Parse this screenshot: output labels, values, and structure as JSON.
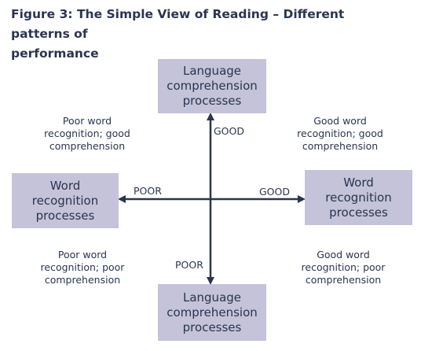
{
  "title": {
    "lines": [
      "Figure 3: The Simple View of Reading – Different patterns of",
      "performance"
    ]
  },
  "boxes": {
    "top": {
      "lines": [
        "Language",
        "comprehension",
        "processes"
      ]
    },
    "bottom": {
      "lines": [
        "Language",
        "comprehension",
        "processes"
      ]
    },
    "left": {
      "lines": [
        "Word",
        "recognition",
        "processes"
      ]
    },
    "right": {
      "lines": [
        "Word",
        "recognition",
        "processes"
      ]
    }
  },
  "quadrants": {
    "top_left": {
      "lines": [
        "Poor word",
        "recognition; good",
        "comprehension"
      ]
    },
    "top_right": {
      "lines": [
        "Good word",
        "recognition; good",
        "comprehension"
      ]
    },
    "bottom_left": {
      "lines": [
        "Poor word",
        "recognition; poor",
        "comprehension"
      ]
    },
    "bottom_right": {
      "lines": [
        "Good word",
        "recognition; poor",
        "comprehension"
      ]
    }
  },
  "axis_labels": {
    "up": "GOOD",
    "down": "POOR",
    "left": "POOR",
    "right": "GOOD"
  },
  "colors": {
    "box_fill": "#c4c3d9",
    "text": "#2a3550",
    "axis": "#2a3550"
  }
}
